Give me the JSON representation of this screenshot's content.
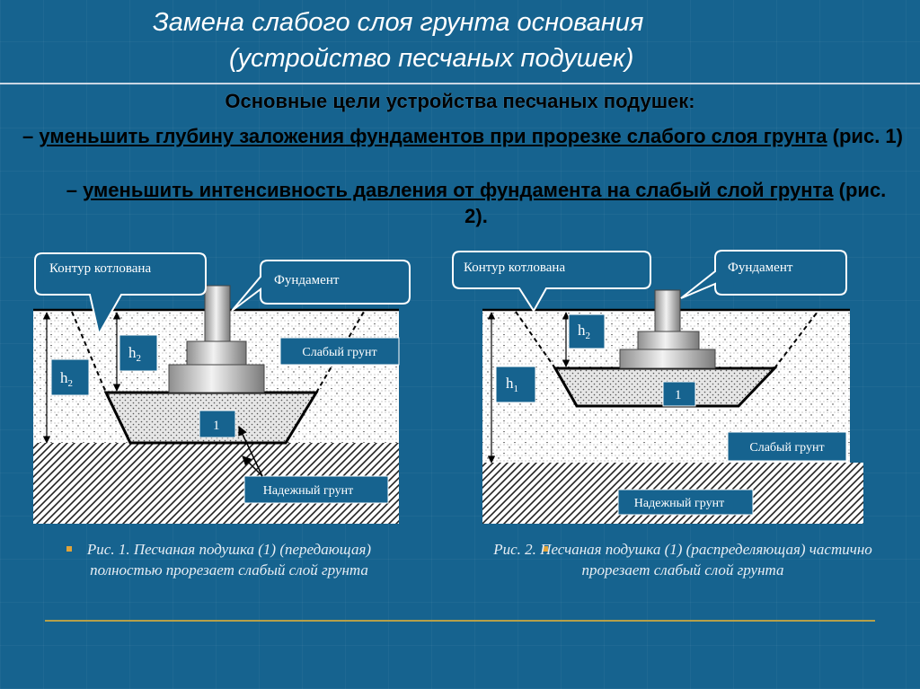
{
  "title": {
    "line1": "Замена слабого слоя грунта основания",
    "line2": "(устройство песчаных подушек)"
  },
  "goals": {
    "heading": "Основные цели устройства песчаных подушек:",
    "goal1_dash": "–",
    "goal1_text": "уменьшить глубину заложения фундаментов при прорезке слабого слоя грунта",
    "goal1_ref": "(рис. 1)",
    "goal2_dash": "–",
    "goal2_text": "уменьшить интенсивность давления от фундамента на слабый слой грунта",
    "goal2_ref": "(рис. 2)."
  },
  "fig1": {
    "pit_contour_label": "Контур котлована",
    "foundation_label": "Фундамент",
    "weak_soil_label": "Слабый грунт",
    "reliable_soil_label": "Надежный грунт",
    "h_left": "h",
    "h_left_sub": "2",
    "h_right": "h",
    "h_right_sub": "2",
    "cushion_number": "1",
    "caption": "Рис. 1. Песчаная подушка (1) (передающая) полностью прорезает слабый слой грунта"
  },
  "fig2": {
    "pit_contour_label": "Контур котлована",
    "foundation_label": "Фундамент",
    "weak_soil_label": "Слабый грунт",
    "reliable_soil_label": "Надежный грунт",
    "h_top": "h",
    "h_top_sub": "2",
    "h_left": "h",
    "h_left_sub": "1",
    "cushion_number": "1",
    "caption": "Рис. 2. Песчаная подушка (1) (распределяющая) частично прорезает слабый слой грунта"
  },
  "colors": {
    "background": "#16638f",
    "label_box": "#16638f",
    "bullet": "#e0a33a"
  }
}
